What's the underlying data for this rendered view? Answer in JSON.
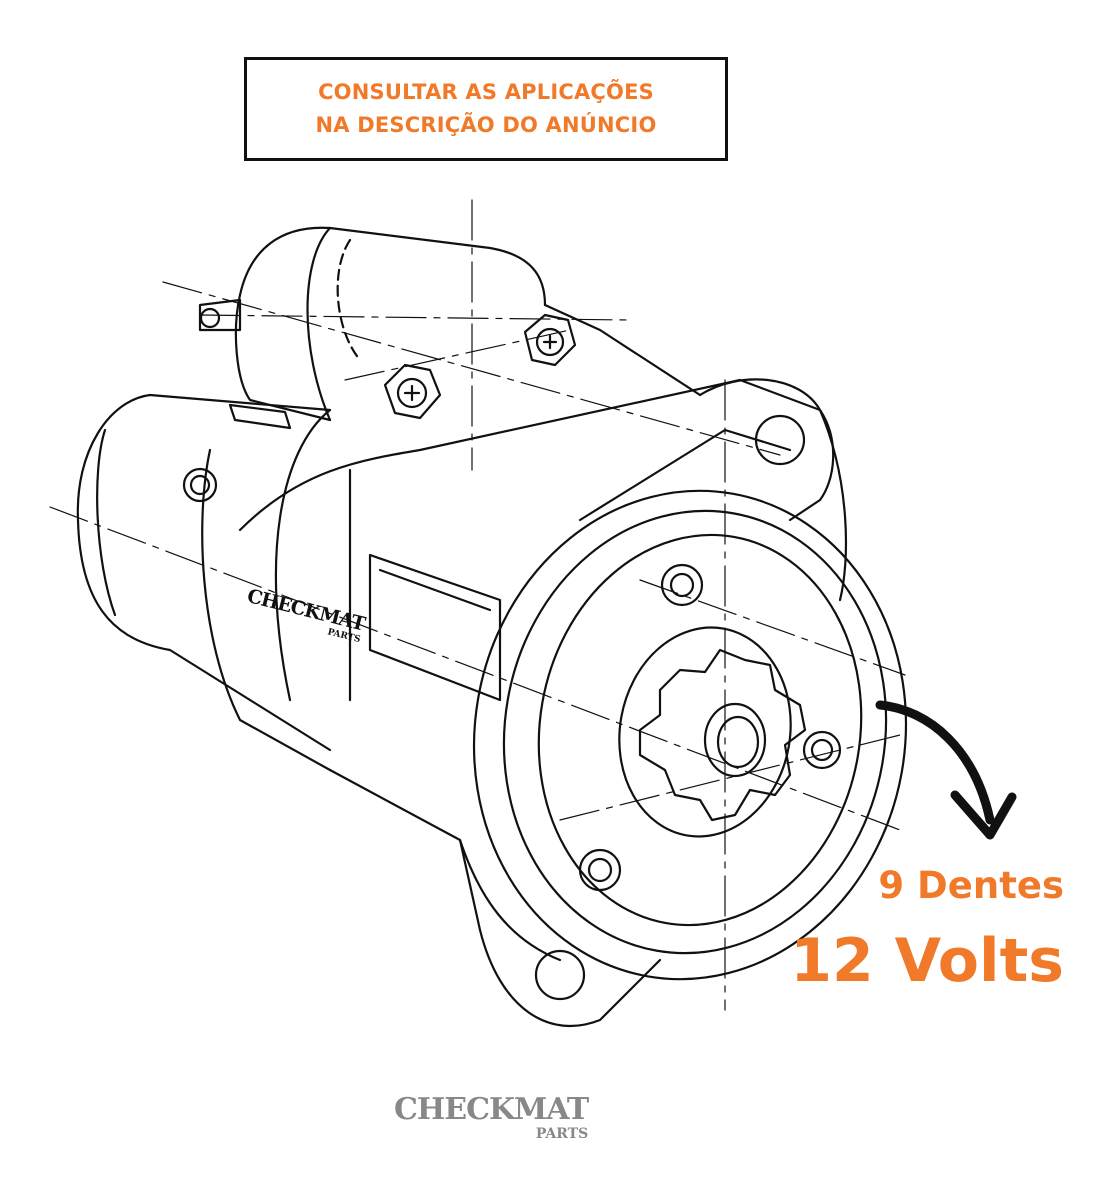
{
  "notice": {
    "line1": "CONSULTAR AS APLICAÇÕES",
    "line2": "NA DESCRIÇÃO DO ANÚNCIO"
  },
  "specs": {
    "teeth": "9 Dentes",
    "voltage": "12 Volts"
  },
  "brand": {
    "name": "CHECKMAT",
    "sub": "PARTS"
  },
  "colors": {
    "accent": "#f07a2a",
    "logo_gray": "#888888",
    "line": "#111111"
  }
}
